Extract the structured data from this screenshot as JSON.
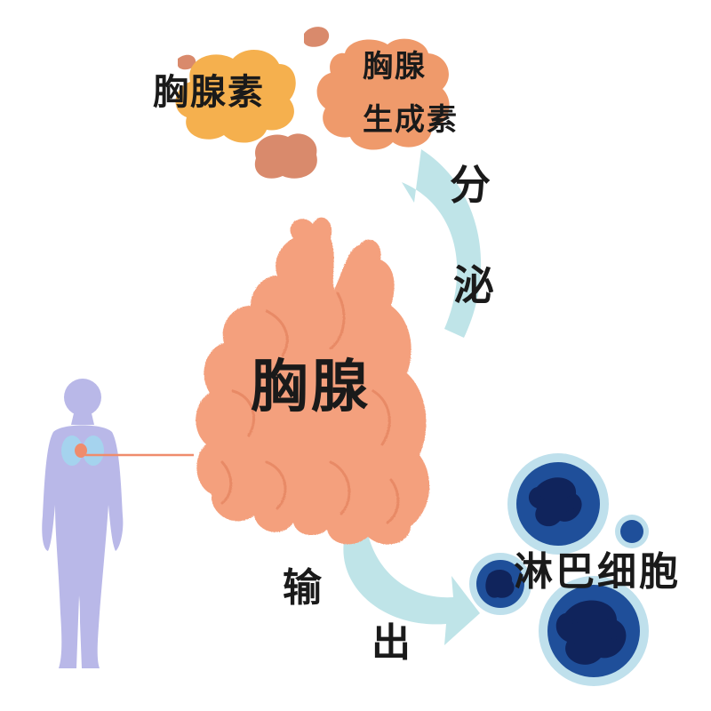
{
  "labels": {
    "thymosin": "胸腺素",
    "thymopoietin_line1": "胸腺",
    "thymopoietin_line2": "生成素",
    "thymus": "胸腺",
    "secrete_char1": "分",
    "secrete_char2": "泌",
    "lymphocyte": "淋巴细胞",
    "output_char1": "输",
    "output_char2": "出"
  },
  "colors": {
    "thymus_fill": "#f4a07d",
    "thymus_shade": "#e88a66",
    "thymosin_blob": "#f5b04e",
    "thymopoietin_blob": "#ef9a6b",
    "small_blob": "#d98a6c",
    "arrow": "#bfe4e8",
    "human_figure": "#b9b8e8",
    "lung": "#a5d3ee",
    "heart": "#ef8c6c",
    "connector_line": "#ef8c6c",
    "cell_halo": "#bfe0ec",
    "cell_body": "#1f4f9a",
    "cell_nucleus": "#10245c",
    "text": "#1a1a1a"
  },
  "icons": [
    "human-figure-icon",
    "lymphocyte-cell-icon"
  ]
}
